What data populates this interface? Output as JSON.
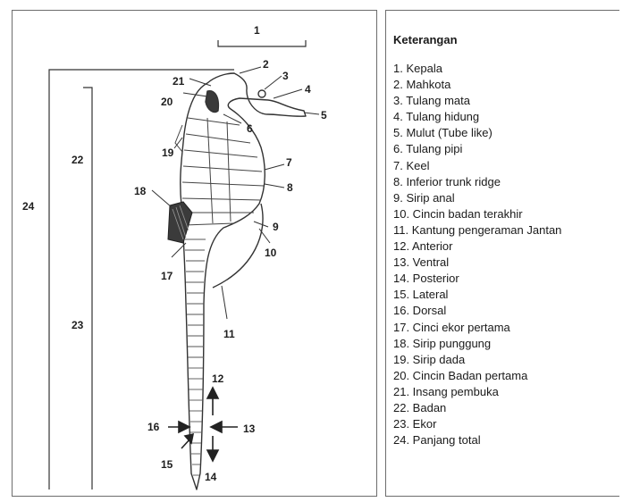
{
  "legend": {
    "title": "Keterangan",
    "items": [
      "1. Kepala",
      "2. Mahkota",
      "3. Tulang mata",
      "4. Tulang hidung",
      "5. Mulut (Tube like)",
      "6. Tulang pipi",
      "7. Keel",
      "8. Inferior trunk ridge",
      "9. Sirip anal",
      "10. Cincin badan terakhir",
      "11. Kantung pengeraman Jantan",
      "12. Anterior",
      "13. Ventral",
      "14. Posterior",
      "15. Lateral",
      "16. Dorsal",
      "17. Cinci ekor pertama",
      "18. Sirip punggung",
      "19. Sirip dada",
      "20. Cincin Badan pertama",
      "21. Insang pembuka",
      "22. Badan",
      "23. Ekor",
      "24. Panjang total"
    ]
  },
  "callouts": [
    "1",
    "2",
    "3",
    "4",
    "5",
    "6",
    "7",
    "8",
    "9",
    "10",
    "11",
    "12",
    "13",
    "14",
    "15",
    "16",
    "17",
    "18",
    "19",
    "20",
    "21",
    "22",
    "23",
    "24"
  ]
}
